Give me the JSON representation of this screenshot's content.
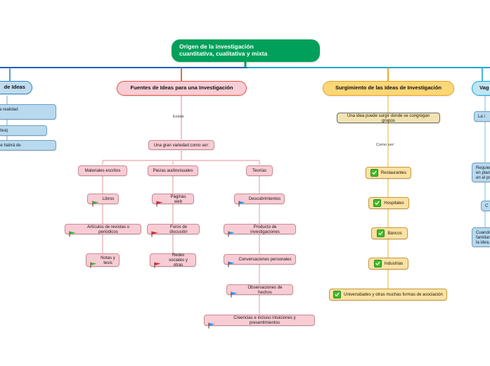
{
  "root": {
    "label": "Origen de la investigación\ncuantitativa, cualitativa y mixta",
    "color": "#00a05a"
  },
  "spine": {
    "left_color": "#1f5fc0",
    "right_color": "#16a6dc"
  },
  "branches": [
    {
      "id": "fuentes-de-ideas-left",
      "header": "de Ideas",
      "color": "#2f86d0",
      "clipped": true,
      "connector_labels": [],
      "nodes": [
        {
          "id": "acercamiento-realidad",
          "text": "camiento a la realidad\ntativa)."
        },
        {
          "id": "investigacion-cualitativa",
          "text": "ación cualitativa)"
        },
        {
          "id": "practica-mixta",
          "text": "ica mixta) que habrá de"
        }
      ]
    },
    {
      "id": "fuentes-de-ideas",
      "header": "Fuentes de Ideas para una Investigación",
      "color": "#e8543f",
      "connector_labels": [
        {
          "id": "existe",
          "text": "Existe"
        }
      ],
      "hub": "Una gran variedad como ser:",
      "columns": [
        {
          "id": "materiales-escritos",
          "head": "Materiales escritos",
          "flag": "green",
          "items": [
            "Libros",
            "Artículos de revistas o periódicos",
            "Notas y\ntesis"
          ]
        },
        {
          "id": "piezas-audiovisuales",
          "head": "Piezas audiovisuales",
          "flag": "red",
          "items": [
            "Páginas web",
            "Foros de discusión",
            "Redes sociales y\notras"
          ]
        },
        {
          "id": "teorias",
          "head": "Teorías",
          "flag": "blue",
          "items": [
            "Descubrimientos",
            "Producto de investigaciones",
            "Conversaciones personales",
            "Observaciones de hechos",
            "Creencias e incluso intuiciones y presentimientos"
          ]
        }
      ]
    },
    {
      "id": "surgimiento-de-ideas",
      "header": "Surgimiento de las Ideas de Investigación",
      "color": "#e8a317",
      "connector_labels": [
        {
          "id": "como-ser",
          "text": "Como ser:"
        }
      ],
      "hub": "Una idea puede surgir donde se congregan grupos",
      "items": [
        "Restaurantes",
        "Hospitales",
        "Bancos",
        "Industrias",
        "Universidades y otras muchas formas de asociación"
      ]
    },
    {
      "id": "vaguedad-right",
      "header": "Vag",
      "color": "#16a6dc",
      "clipped": true,
      "nodes": [
        {
          "id": "la-idea",
          "text": "La i"
        },
        {
          "id": "requieren-analisis",
          "text": "Requieren an\nen planteami\nen el proceso"
        },
        {
          "id": "c-node",
          "text": "C"
        },
        {
          "id": "cuando-una-persona",
          "text": "Cuando una p\nfamiliarizarse\nla idea."
        }
      ]
    }
  ],
  "icons": {
    "flag_green": "flag-green-icon",
    "flag_red": "flag-red-icon",
    "flag_blue": "flag-blue-icon",
    "check_green": "check-green-icon"
  }
}
